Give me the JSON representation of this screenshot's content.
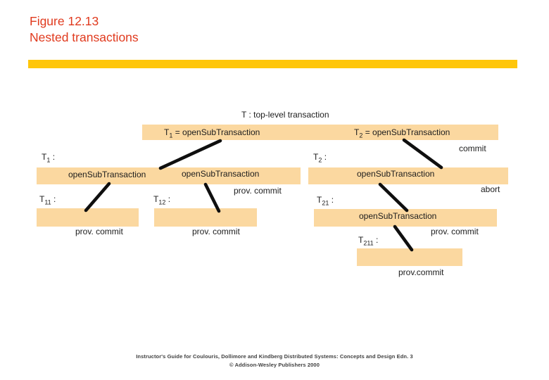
{
  "slide": {
    "title_line1": "Figure 12.13",
    "title_line2": "Nested transactions"
  },
  "colors": {
    "title_red": "#e03a1e",
    "gold_bar": "#ffc60a",
    "band_fill": "#fbd8a0",
    "connector_black": "#0f0f0f"
  },
  "diagram": {
    "top_level_label": "T : top-level transaction",
    "band_t": {
      "left_text": {
        "base": "T",
        "sub": "1",
        "rest": " = openSubTransaction"
      },
      "right_text": {
        "base": "T",
        "sub": "2",
        "rest": " = openSubTransaction"
      }
    },
    "node_labels": {
      "t1": {
        "base": "T",
        "sub": "1",
        "rest": " :"
      },
      "t2": {
        "base": "T",
        "sub": "2",
        "rest": " :"
      },
      "t11": {
        "base": "T",
        "sub": "11",
        "rest": " :"
      },
      "t12": {
        "base": "T",
        "sub": "12",
        "rest": " :"
      },
      "t21": {
        "base": "T",
        "sub": "21",
        "rest": " :"
      },
      "t211": {
        "base": "T",
        "sub": "211",
        "rest": " :"
      }
    },
    "band_t1": {
      "text1": "openSubTransaction",
      "text2": "openSubTransaction"
    },
    "band_t2": {
      "text": "openSubTransaction"
    },
    "band_t21": {
      "text": "openSubTransaction"
    },
    "outcomes": {
      "t_commit": "commit",
      "t1_prov_commit": "prov. commit",
      "t2_abort": "abort",
      "t11_prov_commit": "prov. commit",
      "t12_prov_commit": "prov. commit",
      "t21_prov_commit": "prov. commit",
      "t211_prov_commit": "prov.commit"
    }
  },
  "footer": {
    "line1": "Instructor's Guide for  Coulouris, Dollimore and Kindberg   Distributed Systems: Concepts and Design   Edn. 3",
    "line2": "©  Addison-Wesley Publishers 2000"
  }
}
